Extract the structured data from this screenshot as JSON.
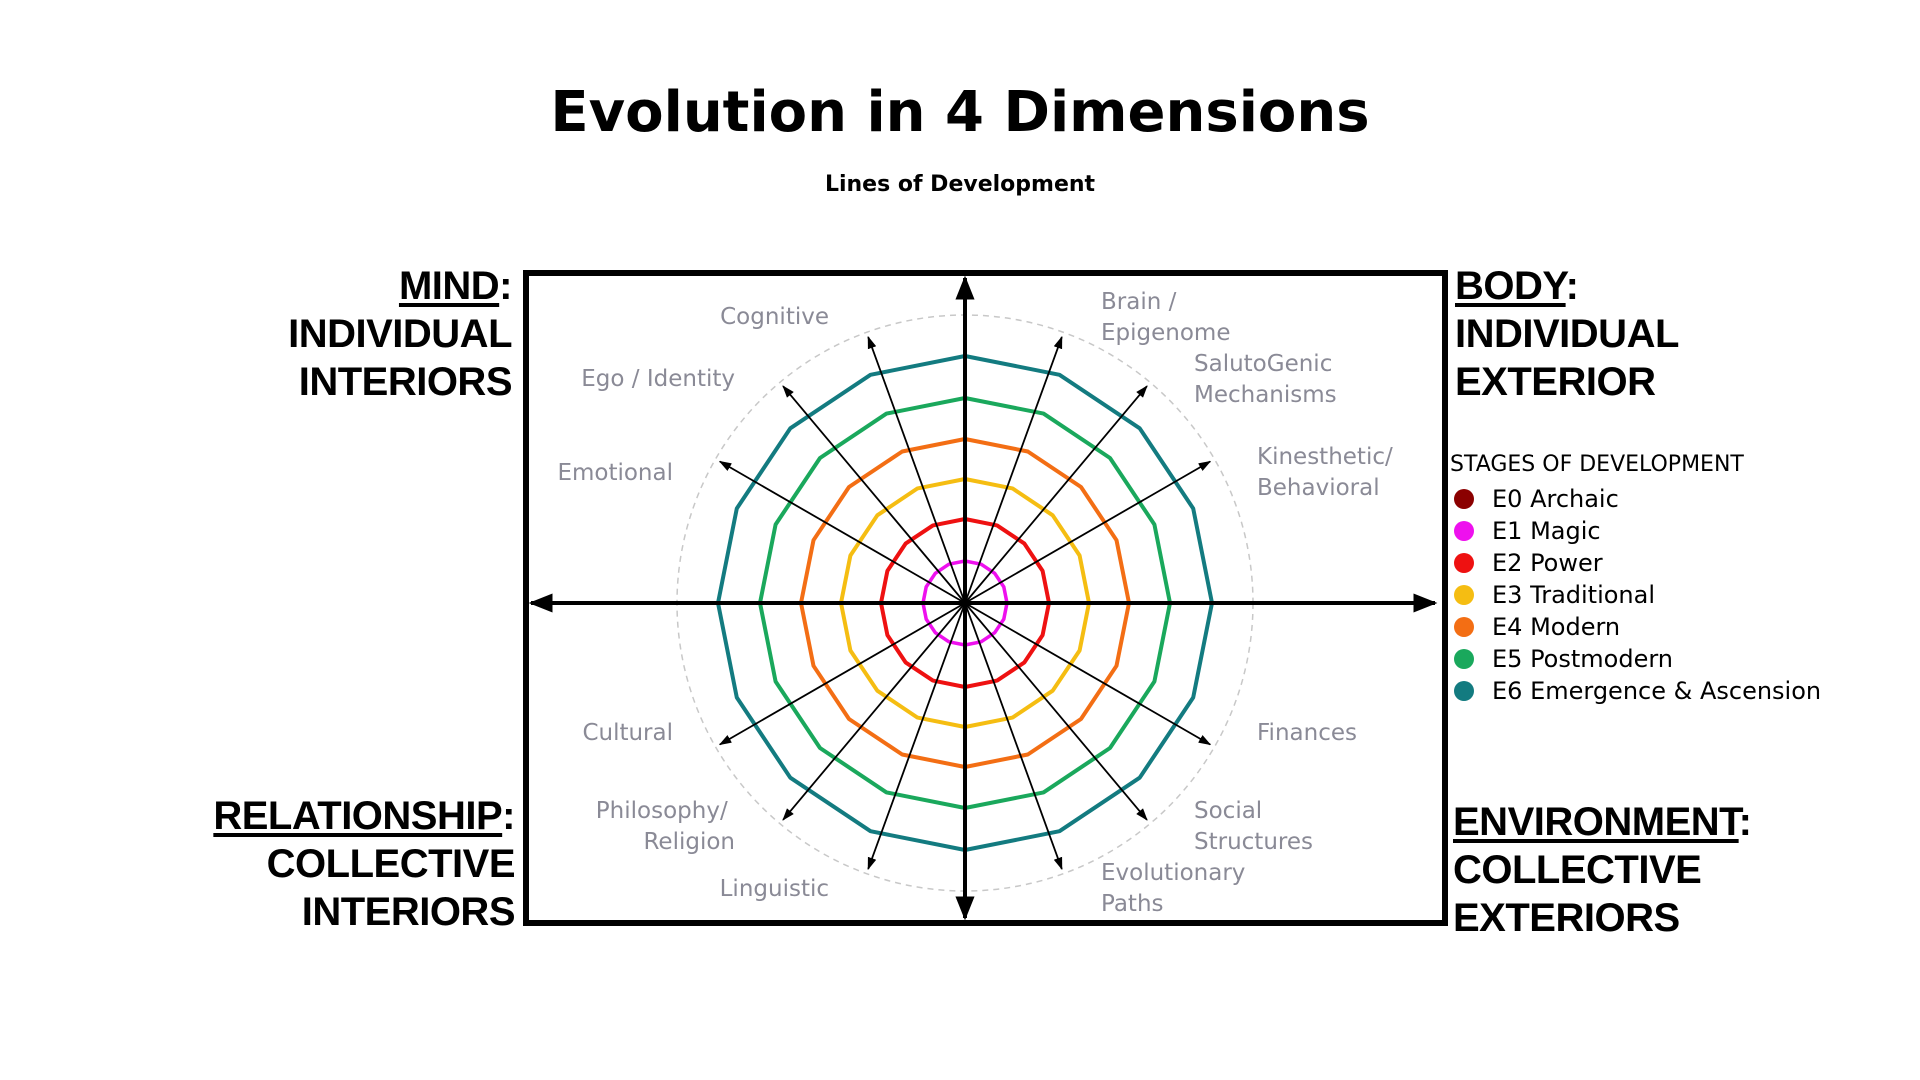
{
  "title": "Evolution in 4 Dimensions",
  "subtitle": "Lines of Development",
  "quadrants": {
    "mind": {
      "head": "MIND",
      "suffix": ":",
      "line1": "INDIVIDUAL",
      "line2": "INTERIORS"
    },
    "body": {
      "head": "BODY",
      "suffix": ":",
      "line1": "INDIVIDUAL",
      "line2": "EXTERIOR"
    },
    "relationship": {
      "head": "RELATIONSHIP",
      "suffix": ":",
      "line1": "COLLECTIVE",
      "line2": "INTERIORS"
    },
    "environment": {
      "head": "ENVIRONMENT",
      "suffix": ":",
      "line1": "COLLECTIVE",
      "line2": "EXTERIORS"
    }
  },
  "axis_labels": {
    "brain": [
      "Brain /",
      "Epigenome"
    ],
    "saluto": [
      "SalutoGenic",
      "Mechanisms"
    ],
    "kinesthetic": [
      "Kinesthetic/",
      "Behavioral"
    ],
    "finances": [
      "Finances"
    ],
    "social": [
      "Social",
      "Structures"
    ],
    "evolutionary": [
      "Evolutionary",
      "Paths"
    ],
    "linguistic": [
      "Linguistic"
    ],
    "philosophy": [
      "Philosophy/",
      "Religion"
    ],
    "cultural": [
      "Cultural"
    ],
    "emotional": [
      "Emotional"
    ],
    "ego": [
      "Ego / Identity"
    ],
    "cognitive": [
      "Cognitive"
    ]
  },
  "legend": {
    "title": "STAGES OF DEVELOPMENT",
    "items": [
      {
        "label": "E0 Archaic",
        "color": "#8b0000"
      },
      {
        "label": "E1 Magic",
        "color": "#ee10ee"
      },
      {
        "label": "E2 Power",
        "color": "#ee1111"
      },
      {
        "label": "E3 Traditional",
        "color": "#f5bd12"
      },
      {
        "label": "E4 Modern",
        "color": "#f36e14"
      },
      {
        "label": "E5 Postmodern",
        "color": "#1aa85c"
      },
      {
        "label": "E6 Emergence & Ascension",
        "color": "#137b80"
      }
    ]
  },
  "rings": [
    {
      "stage": "E1 Magic",
      "color": "#ee10ee"
    },
    {
      "stage": "E2 Power",
      "color": "#ee1111"
    },
    {
      "stage": "E3 Traditional",
      "color": "#f5bd12"
    },
    {
      "stage": "E4 Modern",
      "color": "#f36e14"
    },
    {
      "stage": "E5 Postmodern",
      "color": "#1aa85c"
    },
    {
      "stage": "E6 Emergence & Ascension",
      "color": "#137b80"
    }
  ]
}
